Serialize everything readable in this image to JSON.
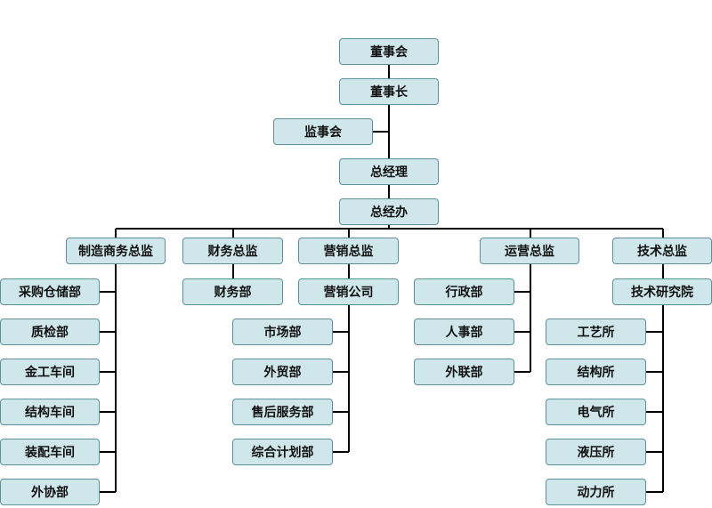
{
  "colors": {
    "box_fill": "#cfe6ea",
    "box_border": "#5f8f99",
    "line": "#000000"
  },
  "top": {
    "board": "董事会",
    "chairman": "董事长",
    "supervisory_board": "监事会",
    "general_manager": "总经理",
    "gm_office": "总经办"
  },
  "departments": {
    "manufacturing": {
      "title": "制造商务总监",
      "units": [
        "采购仓储部",
        "质检部",
        "金工车间",
        "结构车间",
        "装配车间",
        "外协部"
      ]
    },
    "finance": {
      "title": "财务总监",
      "units": [
        "财务部"
      ]
    },
    "marketing": {
      "title": "营销总监",
      "company": "营销公司",
      "units": [
        "市场部",
        "外贸部",
        "售后服务部",
        "综合计划部"
      ]
    },
    "operations": {
      "title": "运营总监",
      "units": [
        "行政部",
        "人事部",
        "外联部"
      ]
    },
    "technology": {
      "title": "技术总监",
      "institute": "技术研究院",
      "units": [
        "工艺所",
        "结构所",
        "电气所",
        "液压所",
        "动力所"
      ]
    }
  }
}
